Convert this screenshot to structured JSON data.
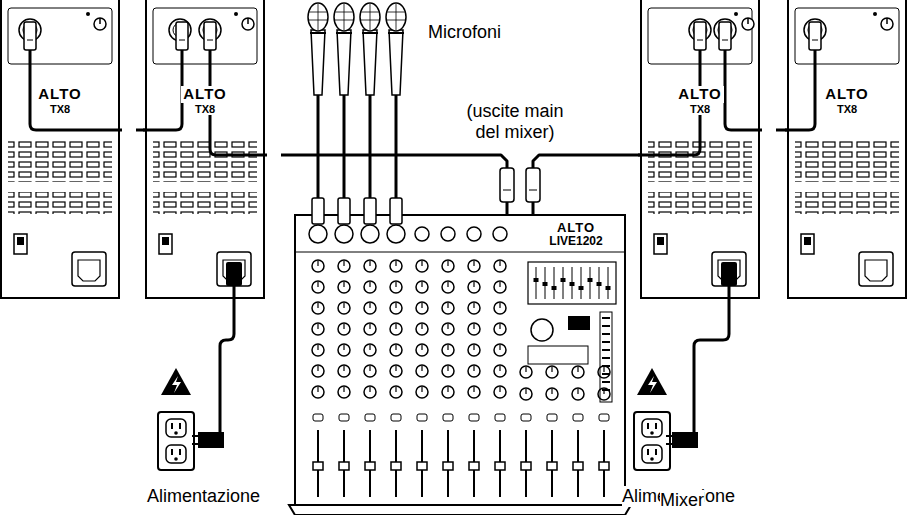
{
  "diagram": {
    "nodes": [
      {
        "text": [
          "ALTO",
          "TX8"
        ]
      },
      {
        "text": [
          "ALTO",
          "TX8"
        ]
      },
      {
        "text": [
          "ALTO",
          "TX8"
        ]
      },
      {
        "text": [
          "ALTO",
          "TX8"
        ]
      },
      {
        "text": [
          "ALTO",
          "LIVE1202"
        ]
      }
    ],
    "edges": [
      {
        "from": 4,
        "to": 1,
        "arrow": "none"
      },
      {
        "from": 4,
        "to": 2,
        "arrow": "none"
      },
      {
        "from": 1,
        "to": 0,
        "arrow": "none"
      },
      {
        "from": 2,
        "to": 3,
        "arrow": "none"
      }
    ],
    "labels": [
      "Microfoni",
      "(uscite main del mixer)",
      "Alimentazione",
      "Alimentazione",
      "Mixer"
    ]
  }
}
